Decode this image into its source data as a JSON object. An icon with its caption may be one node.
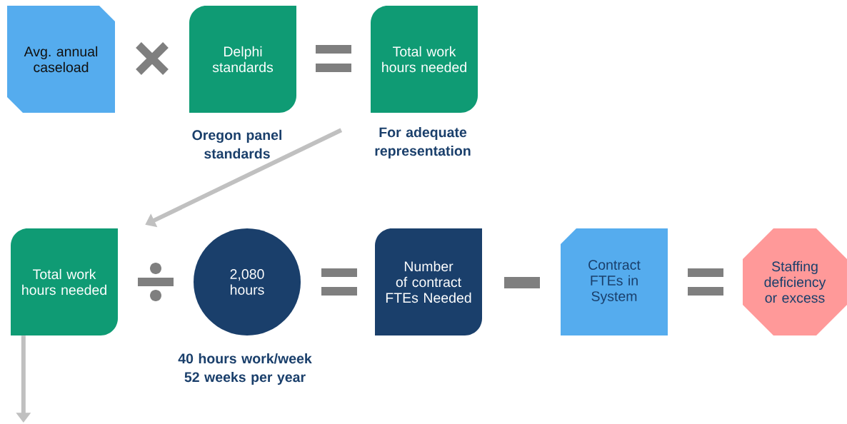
{
  "diagram": {
    "nodes": [
      {
        "text": [
          "Avg. annual caseload"
        ]
      },
      {
        "text": [
          "Delphi standards"
        ],
        "beside": [
          "Oregon panel standards"
        ]
      },
      {
        "text": [
          "Total work hours needed"
        ],
        "beside": [
          "For adequate representation"
        ]
      },
      {
        "text": [
          "Total work hours needed"
        ]
      },
      {
        "text": [
          "2,080 hours"
        ],
        "beside": [
          "40 hours work/week 52 weeks per year"
        ]
      },
      {
        "text": [
          "Number of contract FTEs Needed"
        ]
      },
      {
        "text": [
          "Contract FTEs in System"
        ]
      },
      {
        "text": [
          "Staffing deficiency or excess"
        ]
      }
    ],
    "edges": [
      {
        "from": 2,
        "to": 3,
        "arrow": "to"
      },
      {
        "from": 3,
        "to": null,
        "arrow": "to"
      }
    ]
  }
}
